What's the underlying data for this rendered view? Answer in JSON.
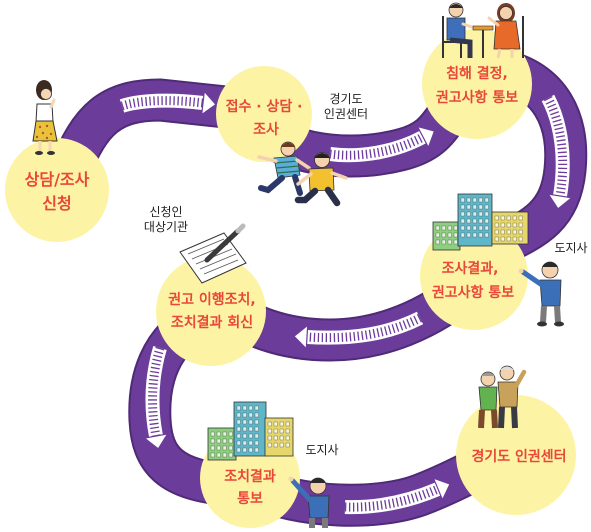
{
  "colors": {
    "path": "#6c3c9b",
    "path_dark": "#4f2a76",
    "circle": "#fcf4a4",
    "step_text": "#e8473a",
    "note_text": "#222222"
  },
  "steps": [
    {
      "lines": [
        "상담/조사",
        "신청"
      ]
    },
    {
      "lines": [
        "접수 · 상담 ·",
        "조사"
      ]
    },
    {
      "lines": [
        "침해 결정,",
        "권고사항 통보"
      ]
    },
    {
      "lines": [
        "조사결과,",
        "권고사항 통보"
      ]
    },
    {
      "lines": [
        "권고 이행조치,",
        "조치결과 회신"
      ]
    },
    {
      "lines": [
        "조치결과",
        "통보"
      ]
    },
    {
      "lines": [
        "경기도 인권센터"
      ]
    }
  ],
  "annotations": {
    "center": [
      "경기도",
      "인권센터"
    ],
    "applicant": [
      "신청인",
      "대상기관"
    ],
    "governor_top": "도지사",
    "governor_bottom": "도지사"
  },
  "icons": [
    "woman-figure-icon",
    "running-people-icon",
    "meeting-couple-icon",
    "city-buildings-icon",
    "pointing-official-icon",
    "document-pen-icon",
    "elderly-men-icon"
  ]
}
